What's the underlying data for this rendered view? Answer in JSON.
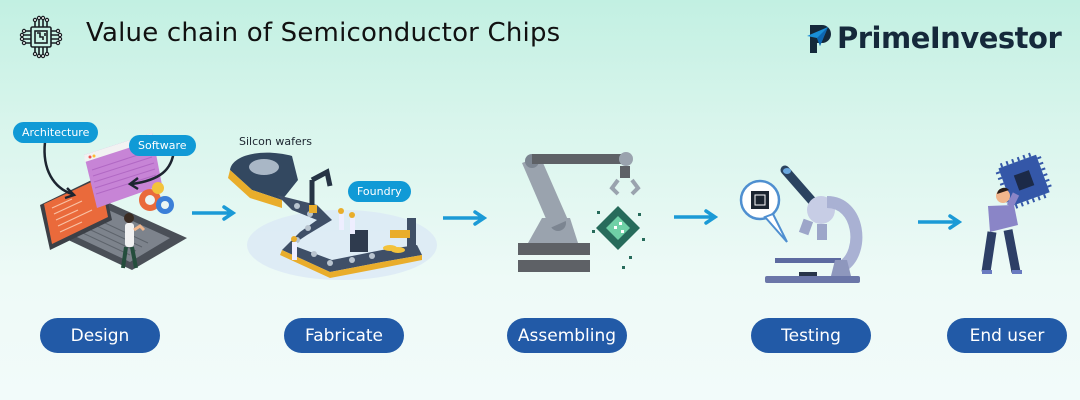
{
  "header": {
    "title": "Value chain of Semiconductor Chips",
    "icon": "circuit-chip-icon",
    "brand": "PrimeInvestor",
    "brand_color": "#15293b",
    "brand_mark_color": "#1a8fd8"
  },
  "steps": [
    {
      "label": "Design",
      "illustration": "laptop-design-illustration",
      "callouts": [
        "Architecture",
        "Software"
      ]
    },
    {
      "label": "Fabricate",
      "illustration": "fab-conveyor-illustration",
      "callouts": [
        "Silcon wafers",
        "Foundry"
      ]
    },
    {
      "label": "Assembling",
      "illustration": "robot-arm-illustration",
      "callouts": []
    },
    {
      "label": "Testing",
      "illustration": "microscope-illustration",
      "callouts": []
    },
    {
      "label": "End user",
      "illustration": "person-carrying-chip-illustration",
      "callouts": []
    }
  ],
  "colors": {
    "pill": "#225aa7",
    "arrow": "#1b9ad6",
    "tag": "#109ad6",
    "bg_top": "#c2f0e2",
    "bg_bottom": "#f2fbfa"
  }
}
